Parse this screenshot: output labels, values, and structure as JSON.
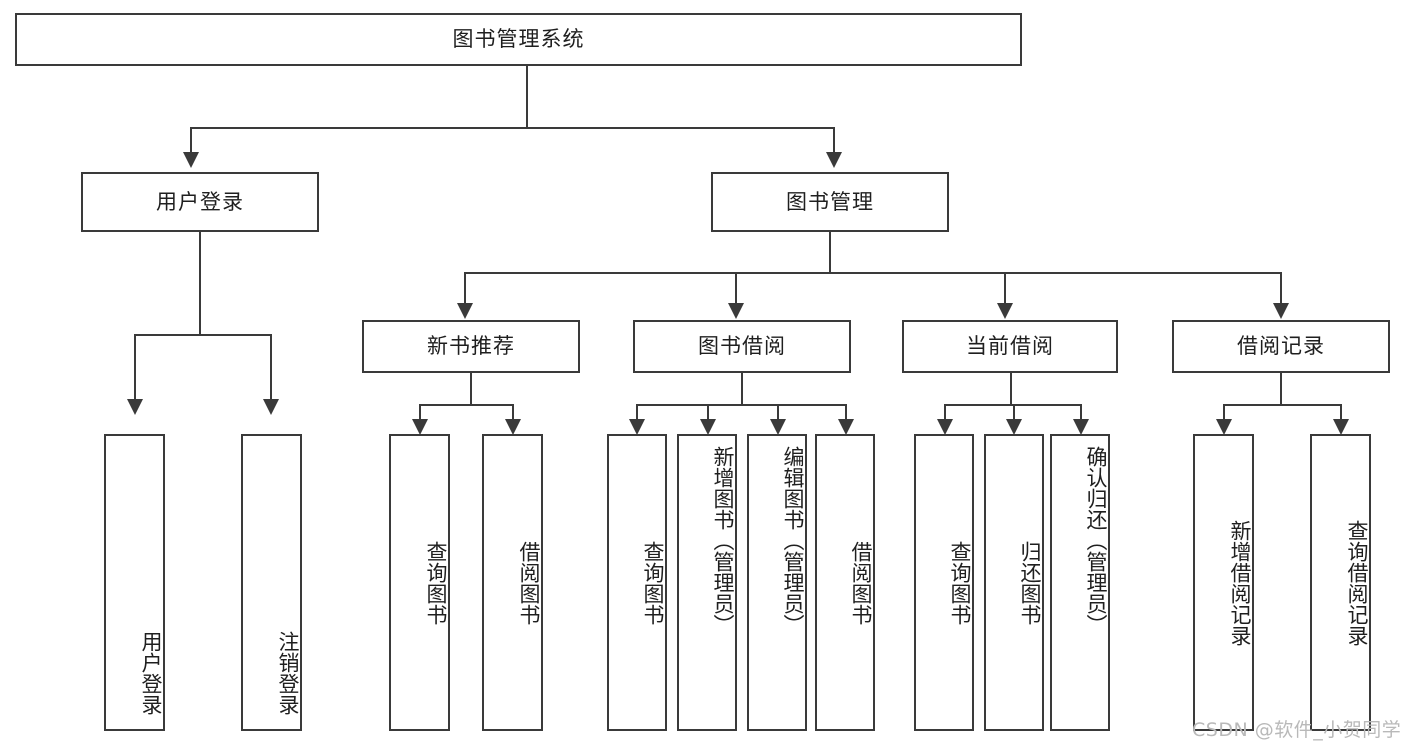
{
  "diagram": {
    "title_node": {
      "label": "图书管理系统"
    },
    "level2": [
      {
        "label": "用户登录"
      },
      {
        "label": "图书管理"
      }
    ],
    "level3": [
      {
        "label": "新书推荐"
      },
      {
        "label": "图书借阅"
      },
      {
        "label": "当前借阅"
      },
      {
        "label": "借阅记录"
      }
    ],
    "leaves": {
      "user_login": [
        {
          "label": "用户登录"
        },
        {
          "label": "注销登录"
        }
      ],
      "new_book_recommend": [
        {
          "label": "查询图书"
        },
        {
          "label": "借阅图书"
        }
      ],
      "book_borrow": [
        {
          "label": "查询图书"
        },
        {
          "label": "新增图书（管理员）"
        },
        {
          "label": "编辑图书（管理员）"
        },
        {
          "label": "借阅图书"
        }
      ],
      "current_borrow": [
        {
          "label": "查询图书"
        },
        {
          "label": "归还图书"
        },
        {
          "label": "确认归还（管理员）"
        }
      ],
      "borrow_record": [
        {
          "label": "新增借阅记录"
        },
        {
          "label": "查询借阅记录"
        }
      ]
    }
  },
  "watermark": {
    "text": "CSDN @软件_小贺同学"
  },
  "colors": {
    "stroke": "#3a3a3a",
    "text": "#1f1f1f",
    "background": "#ffffff",
    "watermark": "#b9b9b9"
  }
}
